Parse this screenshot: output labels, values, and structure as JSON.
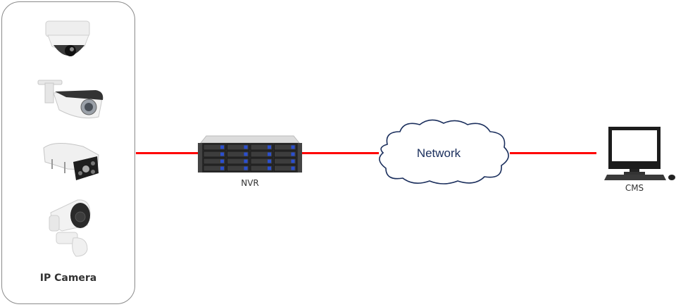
{
  "diagram": {
    "nodes": {
      "ip_camera": {
        "label": "IP Camera",
        "devices": [
          "dome-camera",
          "bullet-camera",
          "box-camera",
          "ptz-bullet-camera"
        ]
      },
      "nvr": {
        "label": "NVR"
      },
      "network": {
        "label": "Network"
      },
      "cms": {
        "label": "CMS"
      }
    },
    "connections": [
      {
        "from": "IP Camera",
        "to": "NVR"
      },
      {
        "from": "NVR",
        "to": "Network"
      },
      {
        "from": "Network",
        "to": "CMS"
      }
    ],
    "colors": {
      "link": "#ff0000",
      "cloud_stroke": "#1a2e5c",
      "panel_border": "#8a8a8a",
      "nvr_drive_accent": "#2a4fd0"
    }
  }
}
